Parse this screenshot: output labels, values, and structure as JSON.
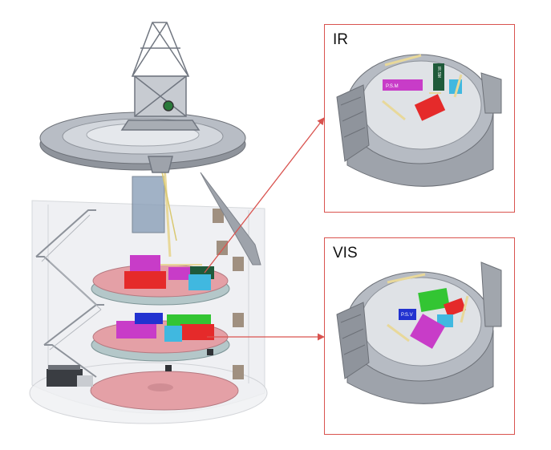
{
  "figure": {
    "panels": [
      {
        "label": "IR"
      },
      {
        "label": "VIS"
      }
    ],
    "instrument_labels": {
      "ir_module_text": "P.S.M",
      "ir_vertical_text": "IR.SM",
      "vis_module_text": "P.S.V"
    },
    "colors": {
      "structure_gray": "#9ea3ab",
      "structure_dark": "#7d828a",
      "floor_pink": "#e4a0a6",
      "magenta": "#c83cc8",
      "red": "#e52a2a",
      "cyan": "#40b8e0",
      "green": "#33c533",
      "blue": "#2232d0",
      "dark_green": "#1f5a3a",
      "callout_red": "#d9534f"
    }
  }
}
